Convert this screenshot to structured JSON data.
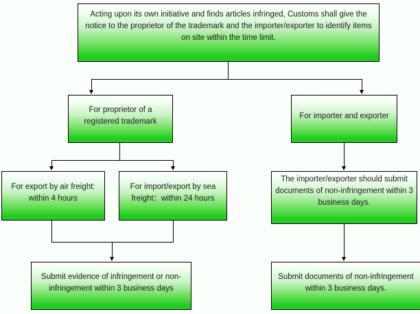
{
  "diagram": {
    "title": "Customs trademark infringement notification flowchart",
    "background_color": "#fbfffb",
    "node_fill_top_color": "#ffffff",
    "node_fill_bottom_color": "#22cc22",
    "node_border_color": "#000000",
    "connector_color": "#000000",
    "text_color": "#1a1a1a"
  },
  "nodes": {
    "root": {
      "label": "Acting upon its own initiative and finds articles infringed, Customs shall give the notice to the proprietor of the trademark and the importer/exporter to identify items on site within the time limit."
    },
    "branch_trademark_owner": {
      "label": "For proprietor of a registered trademark"
    },
    "branch_importer_exporter": {
      "label": "For importer and exporter"
    },
    "air_freight": {
      "label": "For export by air freight: within 4 hours"
    },
    "sea_freight": {
      "label": "For import/export by sea freight：within 24 hours"
    },
    "importer_documents": {
      "label": "The importer/exporter should submit documents of non-infringement within 3 business days."
    },
    "submit_evidence": {
      "label": "Submit evidence of infringement or non-infringement within 3 business days"
    },
    "submit_documents": {
      "label": "Submit documents of non-infringement within 3 business days."
    }
  }
}
